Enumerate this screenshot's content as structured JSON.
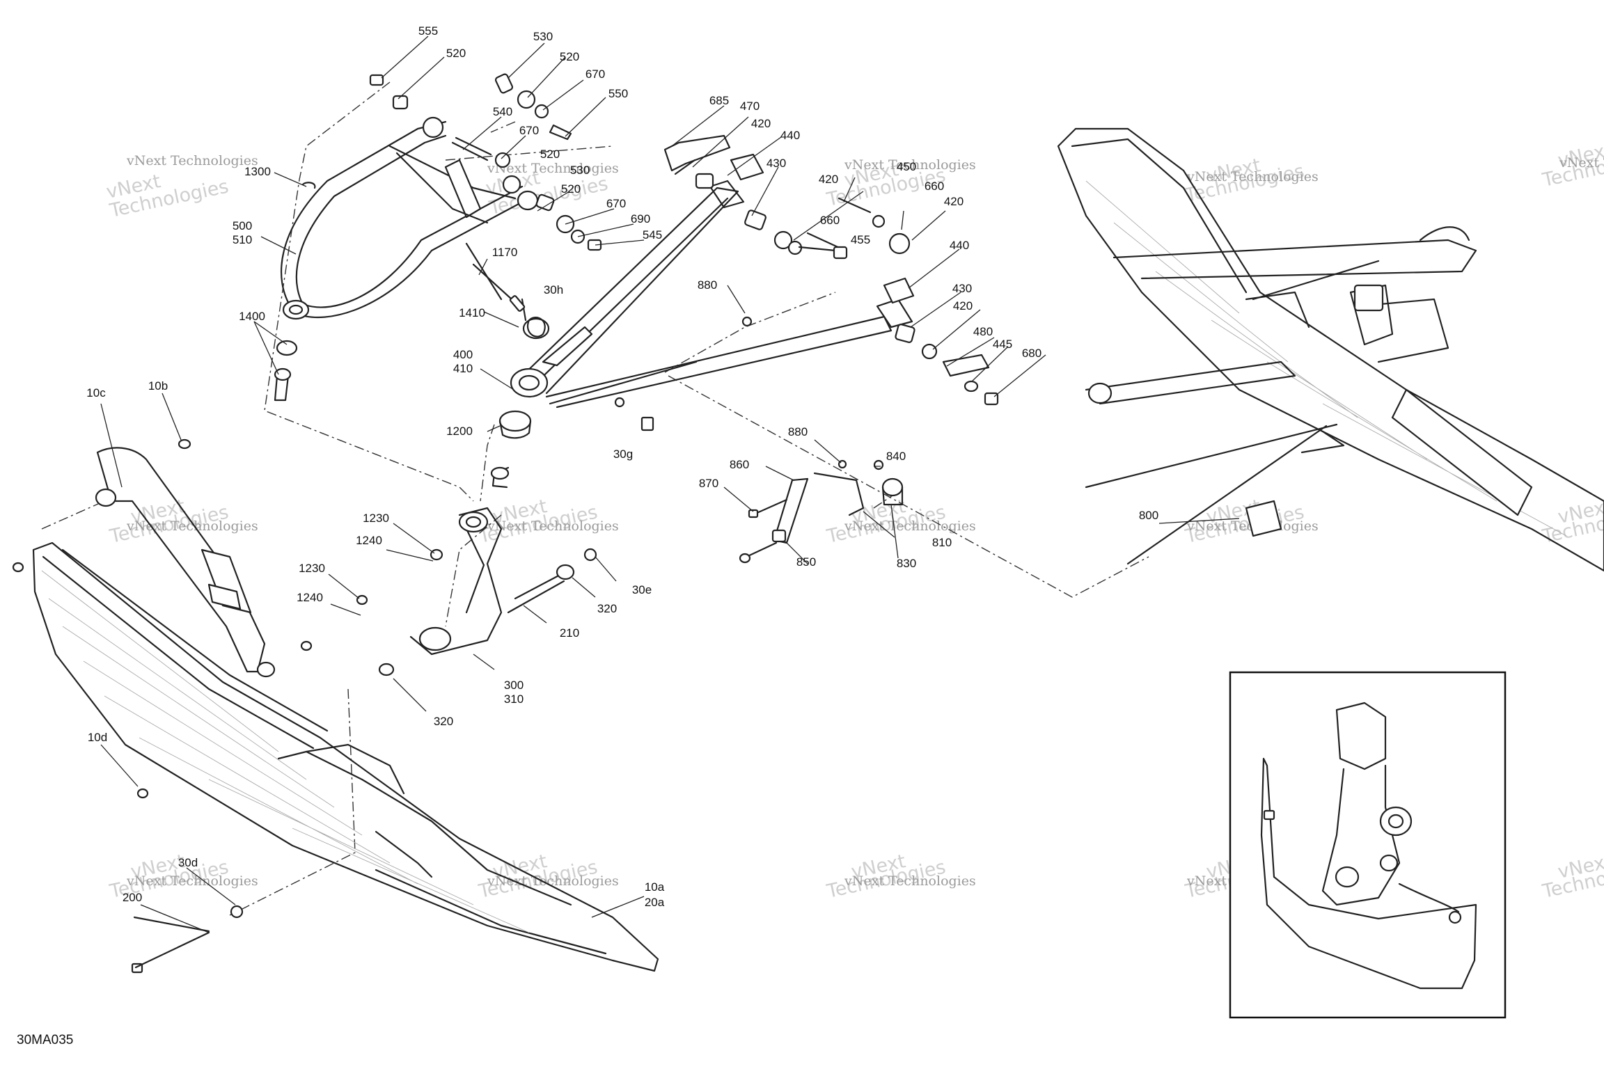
{
  "diagram": {
    "reference_code": "30MA035",
    "watermark": {
      "company": "vNext Technologies",
      "brand_top": "vNext",
      "brand_bottom": "Technologies"
    },
    "callouts": [
      {
        "id": "c555",
        "text": "555"
      },
      {
        "id": "c530",
        "text": "530"
      },
      {
        "id": "c520a",
        "text": "520"
      },
      {
        "id": "c520b",
        "text": "520"
      },
      {
        "id": "c670a",
        "text": "670"
      },
      {
        "id": "c550",
        "text": "550"
      },
      {
        "id": "c540",
        "text": "540"
      },
      {
        "id": "c670b",
        "text": "670"
      },
      {
        "id": "c520c",
        "text": "520"
      },
      {
        "id": "c530b",
        "text": "530"
      },
      {
        "id": "c520d",
        "text": "520"
      },
      {
        "id": "c670c",
        "text": "670"
      },
      {
        "id": "c690",
        "text": "690"
      },
      {
        "id": "c545",
        "text": "545"
      },
      {
        "id": "c1300",
        "text": "1300"
      },
      {
        "id": "c500",
        "text": "500"
      },
      {
        "id": "c510",
        "text": "510"
      },
      {
        "id": "c1170",
        "text": "1170"
      },
      {
        "id": "c30h",
        "text": "30h"
      },
      {
        "id": "c1410",
        "text": "1410"
      },
      {
        "id": "c1400",
        "text": "1400"
      },
      {
        "id": "c400",
        "text": "400"
      },
      {
        "id": "c410",
        "text": "410"
      },
      {
        "id": "c1200",
        "text": "1200"
      },
      {
        "id": "c30g",
        "text": "30g"
      },
      {
        "id": "c685",
        "text": "685"
      },
      {
        "id": "c470",
        "text": "470"
      },
      {
        "id": "c420a",
        "text": "420"
      },
      {
        "id": "c440a",
        "text": "440"
      },
      {
        "id": "c430a",
        "text": "430"
      },
      {
        "id": "c450",
        "text": "450"
      },
      {
        "id": "c420b",
        "text": "420"
      },
      {
        "id": "c660a",
        "text": "660"
      },
      {
        "id": "c660b",
        "text": "660"
      },
      {
        "id": "c420c",
        "text": "420"
      },
      {
        "id": "c455",
        "text": "455"
      },
      {
        "id": "c440b",
        "text": "440"
      },
      {
        "id": "c880a",
        "text": "880"
      },
      {
        "id": "c430b",
        "text": "430"
      },
      {
        "id": "c420d",
        "text": "420"
      },
      {
        "id": "c480",
        "text": "480"
      },
      {
        "id": "c445",
        "text": "445"
      },
      {
        "id": "c680",
        "text": "680"
      },
      {
        "id": "c880b",
        "text": "880"
      },
      {
        "id": "c860",
        "text": "860"
      },
      {
        "id": "c840",
        "text": "840"
      },
      {
        "id": "c870",
        "text": "870"
      },
      {
        "id": "c810",
        "text": "810"
      },
      {
        "id": "c850",
        "text": "850"
      },
      {
        "id": "c830",
        "text": "830"
      },
      {
        "id": "c800",
        "text": "800"
      },
      {
        "id": "c10c",
        "text": "10c"
      },
      {
        "id": "c10b",
        "text": "10b"
      },
      {
        "id": "c1230a",
        "text": "1230"
      },
      {
        "id": "c1240a",
        "text": "1240"
      },
      {
        "id": "c1230b",
        "text": "1230"
      },
      {
        "id": "c1240b",
        "text": "1240"
      },
      {
        "id": "c30e",
        "text": "30e"
      },
      {
        "id": "c320a",
        "text": "320"
      },
      {
        "id": "c210",
        "text": "210"
      },
      {
        "id": "c300",
        "text": "300"
      },
      {
        "id": "c310",
        "text": "310"
      },
      {
        "id": "c320b",
        "text": "320"
      },
      {
        "id": "c10d",
        "text": "10d"
      },
      {
        "id": "c30d",
        "text": "30d"
      },
      {
        "id": "c200",
        "text": "200"
      },
      {
        "id": "c10a",
        "text": "10a"
      },
      {
        "id": "c20a",
        "text": "20a"
      }
    ]
  }
}
